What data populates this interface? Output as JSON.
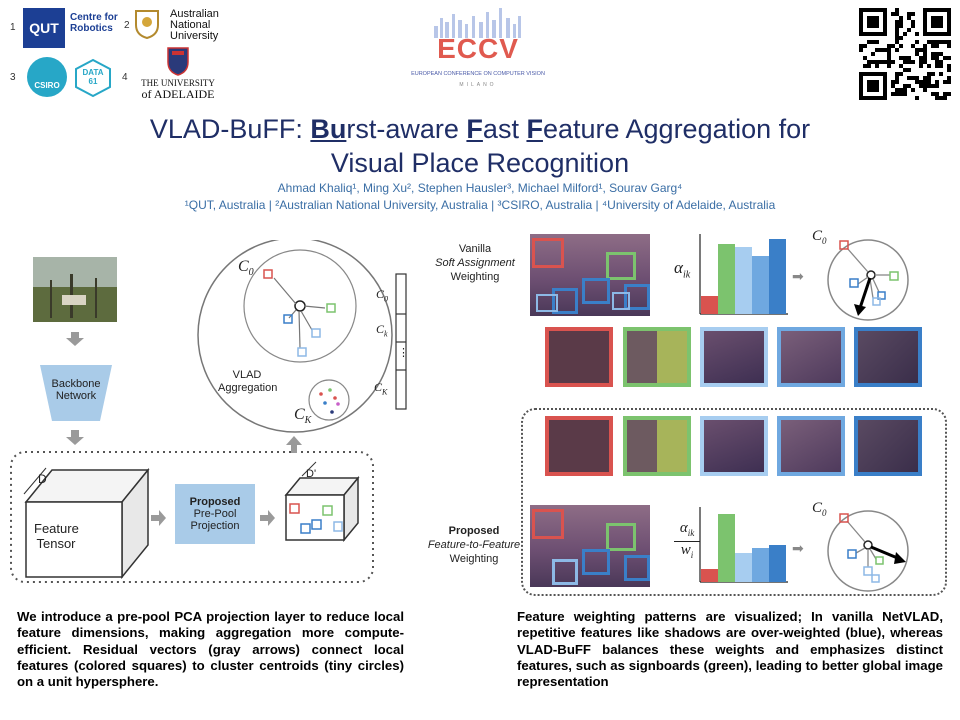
{
  "logos": {
    "n1": "1",
    "qut": "QUT",
    "qut_sub_1": "Centre for",
    "qut_sub_2": "Robotics",
    "n2": "2",
    "anu_1": "Australian",
    "anu_2": "National",
    "anu_3": "University",
    "n3": "3",
    "csiro": "CSIRO",
    "data61_1": "DATA",
    "data61_2": "61",
    "n4": "4",
    "adelaide_1": "THE UNIVERSITY",
    "adelaide_2": "of ADELAIDE",
    "eccv": "ECCV",
    "eccv_sub": "EUROPEAN CONFERENCE ON COMPUTER VISION",
    "eccv_city": "MILANO"
  },
  "header": {
    "title_line1_pre": "VLAD-BuFF: ",
    "title_bu": "Bu",
    "title_mid1": "rst-aware ",
    "title_f1": "F",
    "title_mid2": "ast ",
    "title_f2": "F",
    "title_line1_post": "eature Aggregation for",
    "title_line2": "Visual Place Recognition",
    "authors": "Ahmad Khaliq¹, Ming Xu², Stephen Hausler³, Michael Milford¹, Sourav Garg⁴",
    "affiliations": "¹QUT, Australia | ²Australian National University, Australia | ³CSIRO, Australia | ⁴University of Adelaide, Australia"
  },
  "left_figure": {
    "backbone_1": "Backbone",
    "backbone_2": "Network",
    "d_label": "D",
    "feature_1": "Feature",
    "feature_2": "Tensor",
    "proposed_1": "Proposed",
    "proposed_2": "Pre-Pool",
    "proposed_3": "Projection",
    "d_prime": "D'",
    "vlad_1": "VLAD",
    "vlad_2": "Aggregation",
    "c0": "C",
    "c0_sub": "0",
    "ck": "C",
    "ck_sub": "K",
    "vec_c0": "C",
    "vec_c0_sub": "0",
    "vec_ck": "C",
    "vec_ck_sub": "k",
    "vec_cK": "C",
    "vec_cK_sub": "K",
    "dots": "⋮"
  },
  "right_figure": {
    "vanilla_1": "Vanilla",
    "vanilla_2": "Soft Assignment",
    "vanilla_3": "Weighting",
    "alpha": "α",
    "alpha_sub": "ik",
    "proposed_1": "Proposed",
    "proposed_2": "Feature-to-Feature",
    "proposed_3": "Weighting",
    "alpha2": "α",
    "alpha2_sub": "ik",
    "w": "w",
    "w_sub": "i",
    "c0": "C",
    "c0_sub": "0",
    "c0b": "C",
    "c0b_sub": "0",
    "arrow": "➡"
  },
  "colors": {
    "red": "#d9534f",
    "green": "#7cc36e",
    "blue": "#3a7fc8",
    "lightblue": "#8db9e6",
    "title": "#1f2e66",
    "accent": "#3a6ea5",
    "proposed_box": "#a9cbe8"
  },
  "captions": {
    "left": "We introduce a pre-pool PCA projection layer to reduce local feature dimensions, making aggregation more compute-efficient. Residual vectors (gray arrows) connect local features (colored squares) to cluster centroids (tiny circles) on a unit hypersphere.",
    "right": "Feature weighting patterns are visualized; In vanilla NetVLAD, repetitive features like shadows are over-weighted (blue), whereas VLAD-BuFF balances these weights and emphasizes distinct features, such as signboards (green), leading to better global image representation"
  }
}
